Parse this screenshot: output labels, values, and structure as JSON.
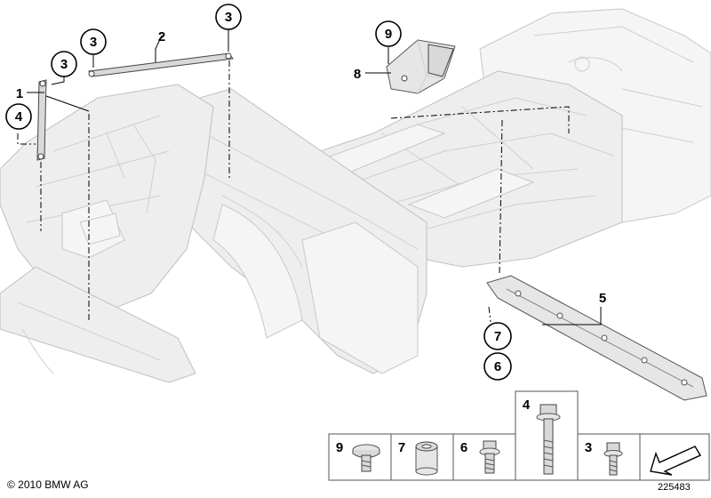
{
  "callouts": {
    "c1": "1",
    "c2": "2",
    "c3a": "3",
    "c3b": "3",
    "c3c": "3",
    "c4": "4",
    "c5": "5",
    "c6": "6",
    "c7": "7",
    "c8": "8",
    "c9": "9"
  },
  "legend": {
    "cells": [
      {
        "num": "9",
        "icon": "pan-head-screw-icon"
      },
      {
        "num": "7",
        "icon": "spacer-sleeve-icon"
      },
      {
        "num": "6",
        "icon": "flange-bolt-icon"
      },
      {
        "num": "4",
        "icon": "long-hex-bolt-icon"
      },
      {
        "num": "3",
        "icon": "hex-flange-bolt-icon"
      },
      {
        "arrow": "direction-arrow-icon"
      }
    ]
  },
  "footer": {
    "copyright": "© 2010 BMW AG",
    "reference_number": "225483"
  }
}
